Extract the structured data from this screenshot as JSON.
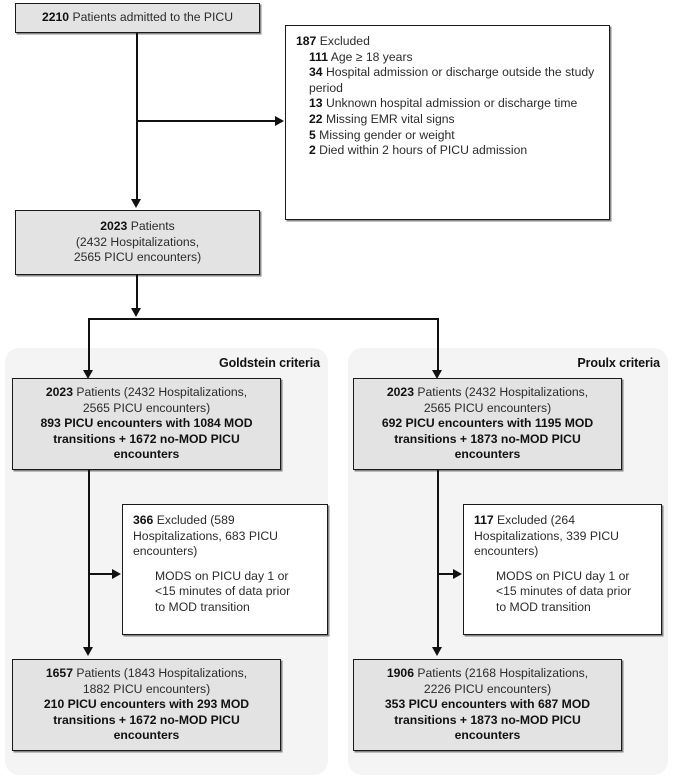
{
  "figure": {
    "type": "flow-diagram",
    "title": "PICU patient cohort selection flow"
  },
  "top_box": {
    "count": "2210",
    "text": " Patients admitted to the PICU"
  },
  "excluded_box": {
    "header_count": "187",
    "header_text": " Excluded",
    "items": [
      {
        "count": "111",
        "text": " Age ≥ 18 years"
      },
      {
        "count": "34",
        "text": " Hospital admission or discharge outside the study period"
      },
      {
        "count": "13",
        "text": " Unknown hospital admission or discharge time"
      },
      {
        "count": "22",
        "text": " Missing EMR vital signs"
      },
      {
        "count": "5",
        "text": " Missing gender or weight"
      },
      {
        "count": "2",
        "text": " Died within 2 hours of PICU admission"
      }
    ]
  },
  "cohort_box": {
    "line1_count": "2023",
    "line1_text": " Patients",
    "line2": "(2432 Hospitalizations,",
    "line3": "2565 PICU encounters)"
  },
  "branches": [
    {
      "id": "goldstein",
      "panel_label": "Goldstein criteria",
      "top_box": {
        "line1_count": "2023",
        "line1_text": " Patients (2432 Hospitalizations,",
        "line2": "2565 PICU encounters)",
        "line3": "893 PICU encounters with 1084 MOD",
        "line4": "transitions + 1672 no-MOD PICU",
        "line5": "encounters"
      },
      "excluded_box": {
        "count": "366",
        "header": " Excluded (589",
        "line2": "Hospitalizations, 683 PICU",
        "line3": "encounters)",
        "detail1": "MODS on PICU day 1 or",
        "detail2": "<15 minutes of data prior",
        "detail3": "to MOD transition"
      },
      "bottom_box": {
        "line1_count": "1657",
        "line1_text": " Patients (1843 Hospitalizations,",
        "line2": "1882 PICU encounters)",
        "line3": "210 PICU encounters with 293 MOD",
        "line4": "transitions + 1672 no-MOD PICU",
        "line5": "encounters"
      }
    },
    {
      "id": "proulx",
      "panel_label": "Proulx criteria",
      "top_box": {
        "line1_count": "2023",
        "line1_text": " Patients (2432 Hospitalizations,",
        "line2": "2565 PICU encounters)",
        "line3": "692 PICU encounters with 1195 MOD",
        "line4": "transitions + 1873 no-MOD PICU",
        "line5": "encounters"
      },
      "excluded_box": {
        "count": "117",
        "header": " Excluded (264",
        "line2": "Hospitalizations, 339 PICU",
        "line3": "encounters)",
        "detail1": "MODS on PICU day 1 or",
        "detail2": "<15 minutes of data prior",
        "detail3": "to MOD transition"
      },
      "bottom_box": {
        "line1_count": "1906",
        "line1_text": " Patients (2168 Hospitalizations,",
        "line2": "2226 PICU encounters)",
        "line3": "353 PICU encounters with 687 MOD",
        "line4": "transitions + 1873 no-MOD PICU",
        "line5": "encounters"
      }
    }
  ],
  "colors": {
    "box_fill": "#e3e3e3",
    "box_fill_plain": "#ffffff",
    "panel_fill": "#f4f4f4",
    "stroke": "#111111"
  }
}
